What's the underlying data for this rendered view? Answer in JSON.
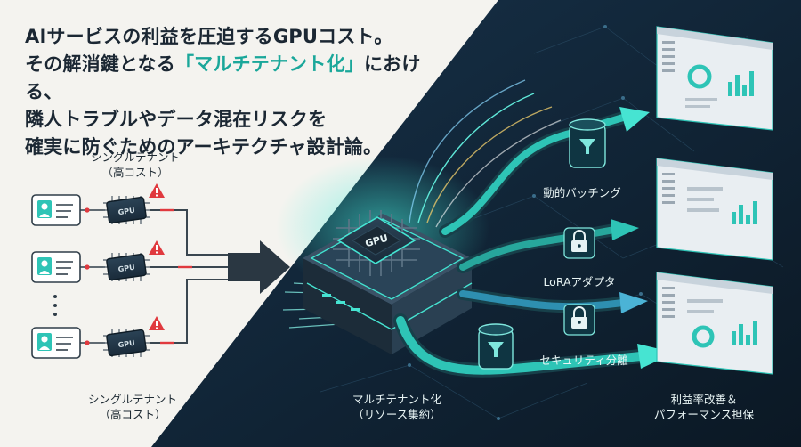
{
  "headline": {
    "line1": "AIサービスの利益を圧迫するGPUコスト。",
    "line2_before": "その解消鍵となる",
    "line2_accent": "「マルチテナント化」",
    "line2_after": "における、",
    "line3": "隣人トラブルやデータ混在リスクを",
    "line4": "確実に防ぐためのアーキテクチャ設計論。"
  },
  "single_tenant_top": {
    "line1": "シングルテナント",
    "line2": "（高コスト）"
  },
  "single_tenant_bottom": {
    "line1": "シングルテナント",
    "line2": "（高コスト）"
  },
  "gpu_chip_label": "GPU",
  "multi_tenant": {
    "line1": "マルチテナント化",
    "line2": "（リソース集約）"
  },
  "features": {
    "batching": "動的バッチング",
    "lora": "LoRAアダプタ",
    "security": "セキュリティ分離"
  },
  "outcome": {
    "line1": "利益率改善＆",
    "line2": "パフォーマンス担保"
  },
  "colors": {
    "teal": "#2ec4b6",
    "dark_navy": "#0f1e2b",
    "warning": "#e0393e",
    "accent_text": "#1aa79a"
  },
  "icons": [
    "user-card-icon",
    "gpu-chip-icon",
    "warning-icon",
    "arrow-right-icon",
    "funnel-icon",
    "lock-icon",
    "dashboard-icon"
  ]
}
